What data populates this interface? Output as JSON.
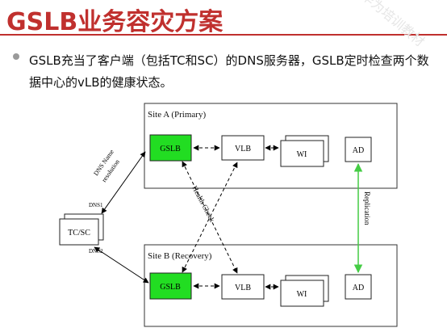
{
  "slide": {
    "title": "GSLB业务容灾方案",
    "watermark": "华为培训教材",
    "bullet": "GSLB充当了客户端（包括TC和SC）的DNS服务器，GSLB定时检查两个数据中心的vLB的健康状态。"
  },
  "diagram": {
    "site_a_label": "Site A (Primary)",
    "site_b_label": "Site B (Recovery)",
    "gslb_label": "GSLB",
    "vlb_label": "VLB",
    "wi_label": "WI",
    "ad_label": "AD",
    "client_label": "TC/SC",
    "dns_name_label": "DNS Name",
    "resolution_label": "resolution",
    "dns1_label": "DNS1",
    "dns2_label": "DNS2",
    "health_check_label": "Health Check",
    "replication_label": "Replication",
    "gslb_color": "#22dd22",
    "replication_color": "#44cc44"
  }
}
